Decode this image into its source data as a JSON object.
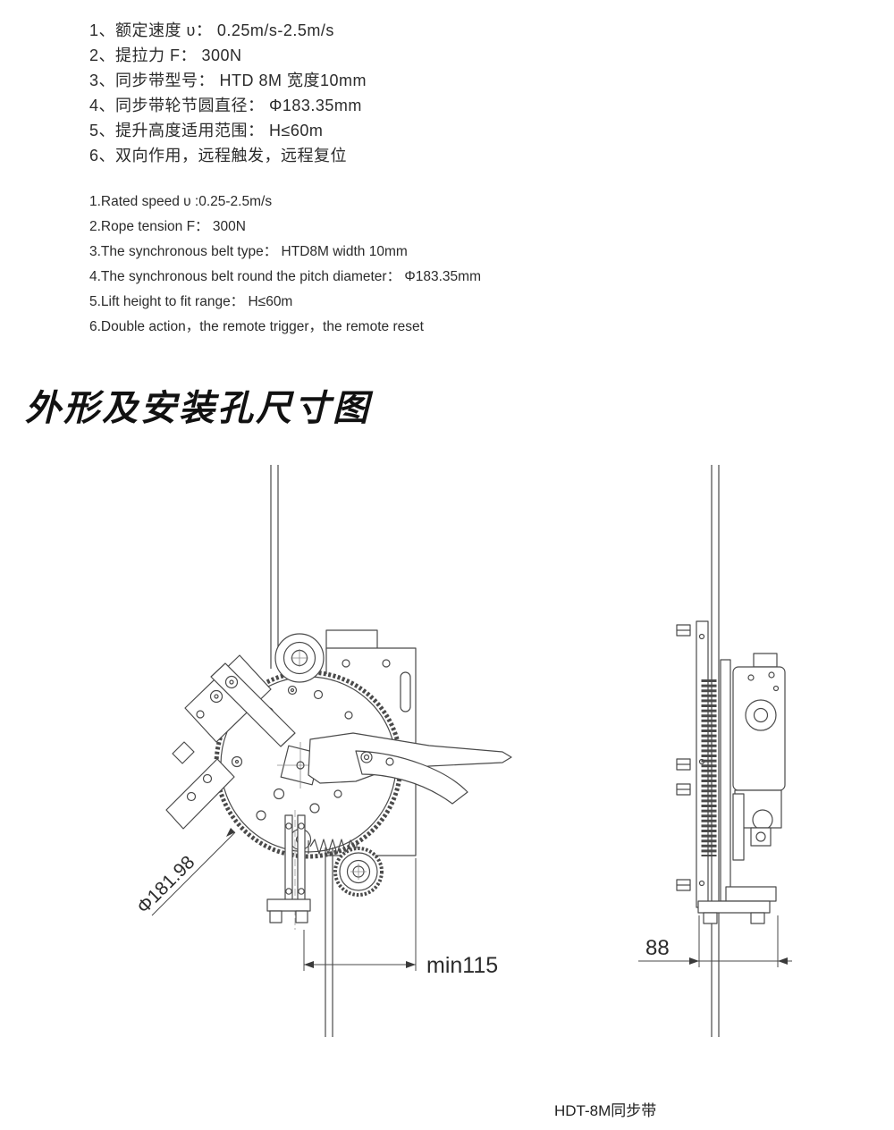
{
  "specs_cn": [
    "1、额定速度 υ： 0.25m/s-2.5m/s",
    "2、提拉力 F： 300N",
    "3、同步带型号： HTD 8M 宽度10mm",
    "4、同步带轮节圆直径： Φ183.35mm",
    "5、提升高度适用范围： H≤60m",
    "6、双向作用，远程触发，远程复位"
  ],
  "specs_en": [
    "1.Rated speed υ :0.25-2.5m/s",
    "2.Rope tension F： 300N",
    "3.The synchronous belt type： HTD8M  width 10mm",
    "4.The synchronous belt round the pitch diameter： Φ183.35mm",
    "5.Lift height to fit range： H≤60m",
    "6.Double action，the remote trigger，the remote reset"
  ],
  "section_title": "外形及安装孔尺寸图",
  "dimensions": {
    "front_diameter": "Φ181.98",
    "front_width": "min115",
    "side_depth": "88"
  },
  "caption": "HDT-8M同步带"
}
